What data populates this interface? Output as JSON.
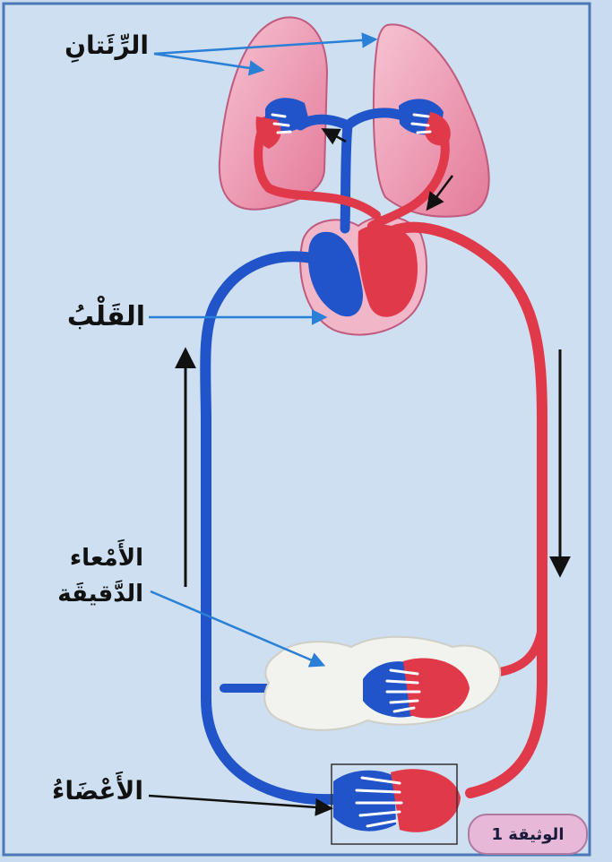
{
  "labels": {
    "lungs": "الرِّئَتانِ",
    "heart": "القَلْبُ",
    "intestine_line1": "الأَمْعاء",
    "intestine_line2": "الدَّقيقَة",
    "organs": "الأَعْضَاءُ"
  },
  "figure_badge": "الوثيقة 1",
  "colors": {
    "background": "#c9dcef",
    "frame": "#4a78b8",
    "oxygenated_blood": "#e0394a",
    "deoxygenated_blood": "#2153c9",
    "lung_fill": "#ef9db4",
    "intestine_fill": "#f2f2ee",
    "pointer_line": "#2a7fd6"
  }
}
